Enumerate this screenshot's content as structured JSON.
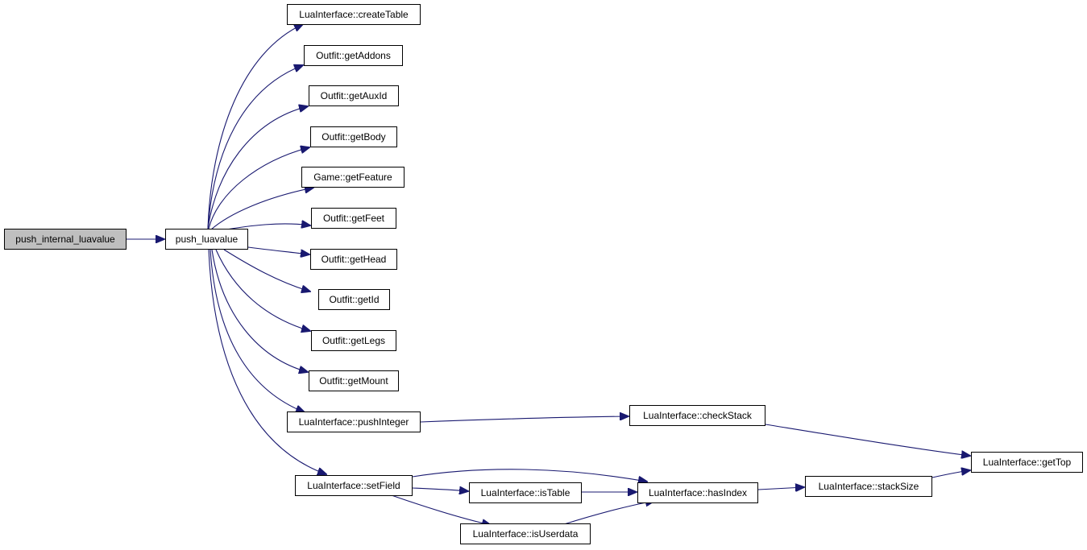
{
  "colors": {
    "edge": "#191970",
    "root_fill": "#bfbfbf",
    "node_fill": "#ffffff",
    "node_border": "#000000"
  },
  "nodes": {
    "push_internal_luavalue": "push_internal_luavalue",
    "push_luavalue": "push_luavalue",
    "createTable": "LuaInterface::createTable",
    "getAddons": "Outfit::getAddons",
    "getAuxId": "Outfit::getAuxId",
    "getBody": "Outfit::getBody",
    "getFeature": "Game::getFeature",
    "getFeet": "Outfit::getFeet",
    "getHead": "Outfit::getHead",
    "getId": "Outfit::getId",
    "getLegs": "Outfit::getLegs",
    "getMount": "Outfit::getMount",
    "pushInteger": "LuaInterface::pushInteger",
    "checkStack": "LuaInterface::checkStack",
    "getTop": "LuaInterface::getTop",
    "setField": "LuaInterface::setField",
    "isTable": "LuaInterface::isTable",
    "hasIndex": "LuaInterface::hasIndex",
    "stackSize": "LuaInterface::stackSize",
    "isUserdata": "LuaInterface::isUserdata"
  }
}
